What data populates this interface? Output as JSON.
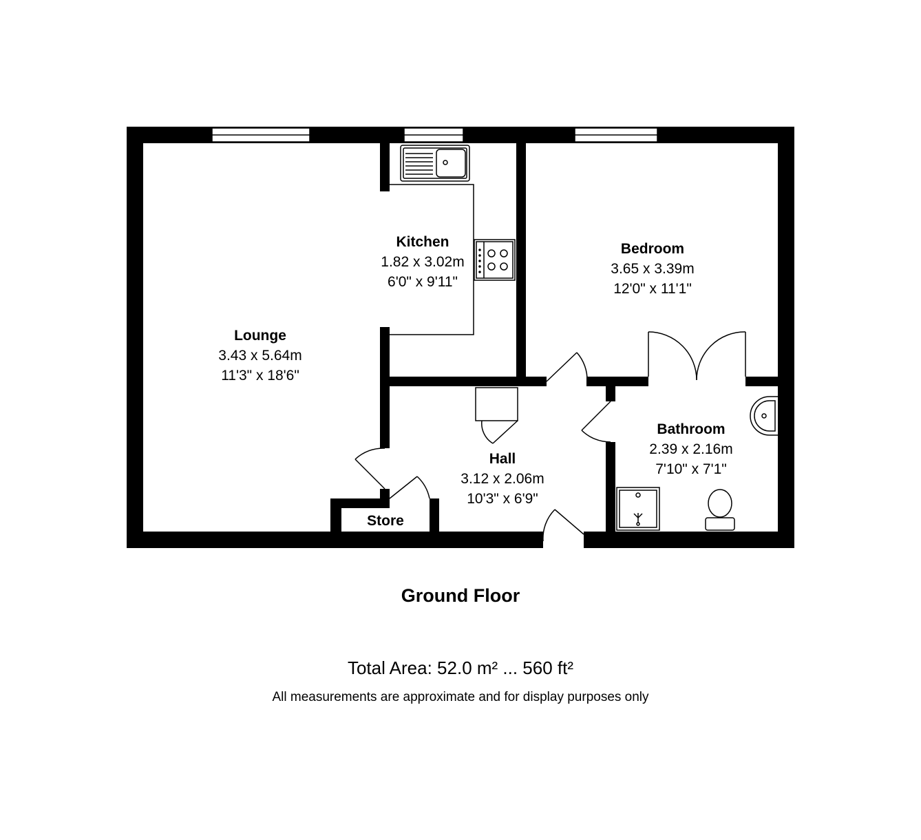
{
  "floor_title": "Ground Floor",
  "total_area": "Total Area: 52.0 m² ... 560 ft²",
  "disclaimer": "All measurements are approximate and for display purposes only",
  "rooms": {
    "lounge": {
      "name": "Lounge",
      "metric": "3.43 x 5.64m",
      "imperial": "11'3\" x 18'6\""
    },
    "kitchen": {
      "name": "Kitchen",
      "metric": "1.82 x 3.02m",
      "imperial": "6'0\" x 9'11\""
    },
    "bedroom": {
      "name": "Bedroom",
      "metric": "3.65 x 3.39m",
      "imperial": "12'0\" x 11'1\""
    },
    "bathroom": {
      "name": "Bathroom",
      "metric": "2.39 x 2.16m",
      "imperial": "7'10\" x 7'1\""
    },
    "hall": {
      "name": "Hall",
      "metric": "3.12 x 2.06m",
      "imperial": "10'3\" x 6'9\""
    },
    "store": {
      "name": "Store"
    }
  },
  "colors": {
    "wall": "#000000",
    "background": "#ffffff",
    "fixture_outline": "#000000"
  },
  "icons": [
    "kitchen-sink-icon",
    "hob-icon",
    "wash-basin-icon",
    "shower-tray-icon",
    "toilet-icon"
  ]
}
